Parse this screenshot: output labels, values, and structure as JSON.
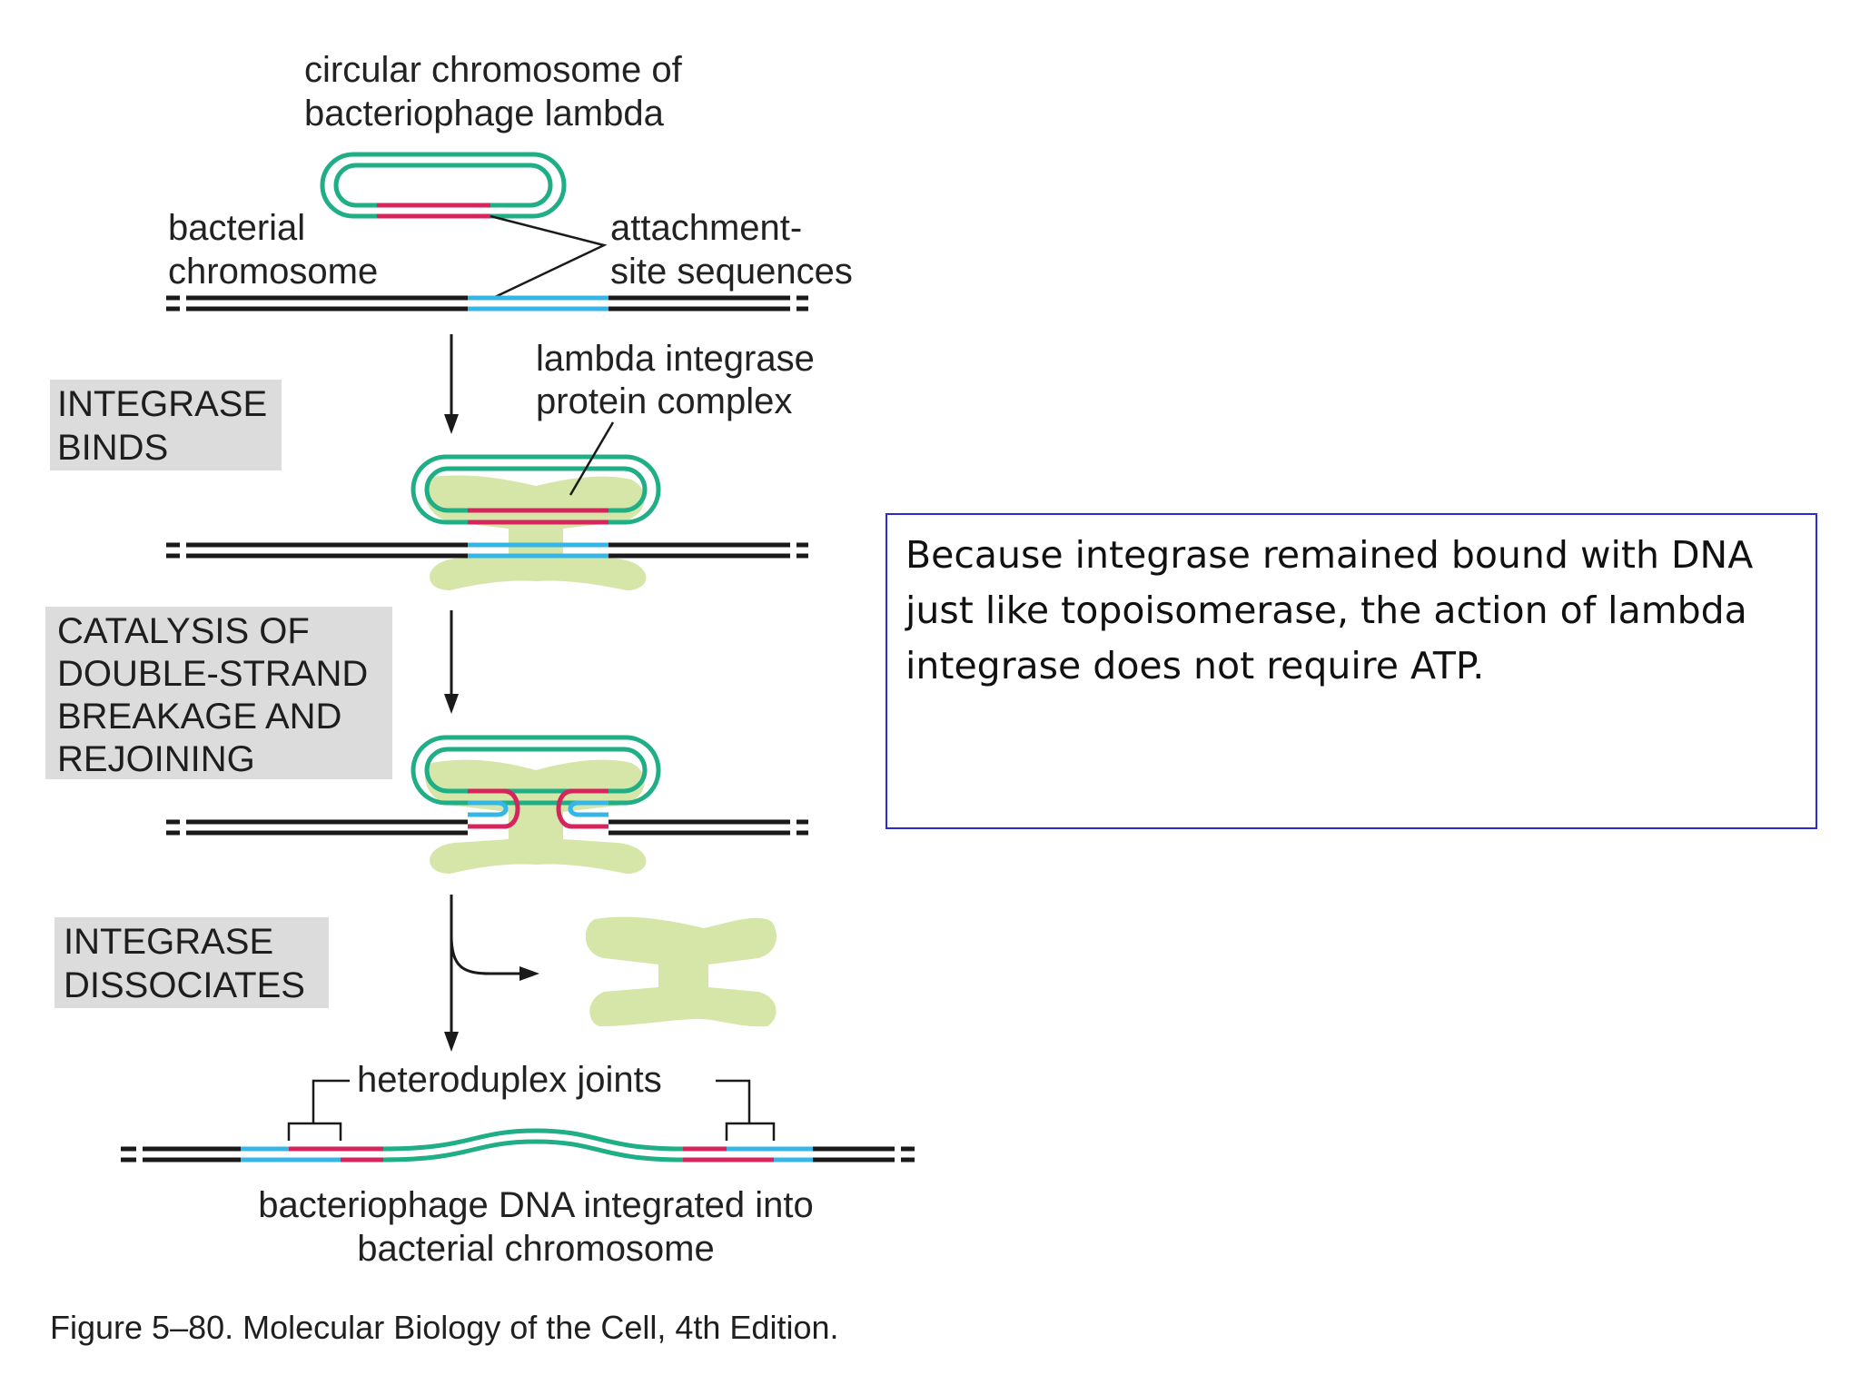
{
  "labels": {
    "circular_chromosome_line1": "circular chromosome of",
    "circular_chromosome_line2": "bacteriophage lambda",
    "bacterial_chromosome_line1": "bacterial",
    "bacterial_chromosome_line2": "chromosome",
    "attachment_line1": "attachment-",
    "attachment_line2": "site sequences",
    "integrase_complex_line1": "lambda integrase",
    "integrase_complex_line2": "protein complex",
    "heteroduplex": "heteroduplex joints",
    "integrated_line1": "bacteriophage DNA integrated into",
    "integrated_line2": "bacterial chromosome"
  },
  "stages": [
    {
      "line1": "INTEGRASE",
      "line2": "BINDS"
    },
    {
      "line1": "CATALYSIS OF",
      "line2": "DOUBLE-STRAND",
      "line3": "BREAKAGE AND",
      "line4": "REJOINING"
    },
    {
      "line1": "INTEGRASE",
      "line2": "DISSOCIATES"
    }
  ],
  "caption": "Figure 5–80. Molecular Biology of the Cell, 4th Edition.",
  "note": "Because integrase remained bound with DNA just like topoisomerase, the action of lambda integrase does not require ATP.",
  "colors": {
    "phage_dna": "#1fae86",
    "attachment_site": "#d6245c",
    "bacterial_site": "#35b6e6",
    "bacterial_dna": "#1a1a1a",
    "integrase_protein": "#d5e6a8",
    "stage_box": "#dcdcdc",
    "note_border": "#2b2bd6"
  }
}
